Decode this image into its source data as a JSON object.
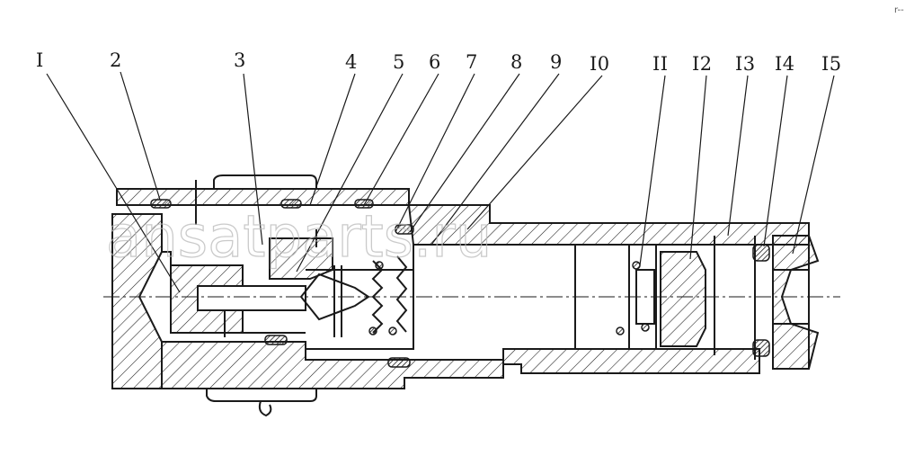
{
  "diagram": {
    "part_labels": [
      "I",
      "2",
      "3",
      "4",
      "5",
      "6",
      "7",
      "8",
      "9",
      "I0",
      "II",
      "I2",
      "I3",
      "I4",
      "I5"
    ],
    "watermark": "ansatparts.ru",
    "corner_mark": "r--",
    "colors": {
      "ink": "#1a1a1a",
      "section_fill": "#ffffff",
      "watermark": "#b9b9b9"
    }
  }
}
